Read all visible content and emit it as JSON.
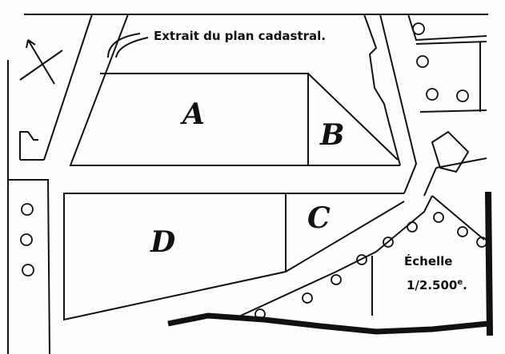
{
  "title": "Extrait du plan cadastral.",
  "parcels": {
    "a": "A",
    "b": "B",
    "c": "C",
    "d": "D"
  },
  "scale": {
    "label": "Échelle",
    "value": "1/2.500",
    "suffix": "e",
    "end": "."
  },
  "icons": {
    "north_arrow": "north-arrow-icon",
    "tree": "tree-icon"
  },
  "colors": {
    "ink": "#111111",
    "paper": "#fdfdfd"
  }
}
